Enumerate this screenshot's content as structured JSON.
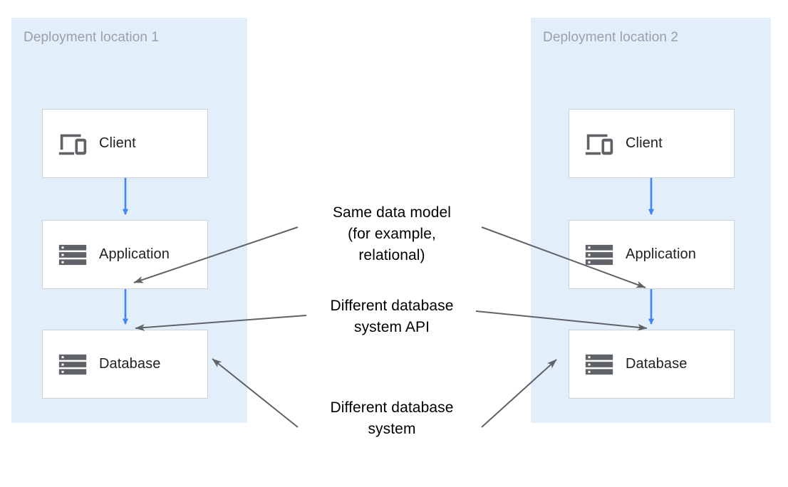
{
  "diagram": {
    "title": "Two deployment locations with same data model but different database systems",
    "background_color": "#ffffff",
    "panel_color": "#e3eefb",
    "arrow_color": "#4285f4",
    "leader_color": "#5f6368",
    "icon_color": "#5f6368",
    "node_border_color": "#cdd2d7",
    "panel_title_color": "#9aa0a6"
  },
  "panels": [
    {
      "id": "deployment-location-1",
      "title": "Deployment location 1",
      "nodes": [
        {
          "id": "client",
          "label": "Client",
          "icon": "devices-icon"
        },
        {
          "id": "application",
          "label": "Application",
          "icon": "server-icon"
        },
        {
          "id": "database",
          "label": "Database",
          "icon": "server-icon"
        }
      ],
      "flow": [
        "Client -> Application",
        "Application -> Database"
      ]
    },
    {
      "id": "deployment-location-2",
      "title": "Deployment location 2",
      "nodes": [
        {
          "id": "client",
          "label": "Client",
          "icon": "devices-icon"
        },
        {
          "id": "application",
          "label": "Application",
          "icon": "server-icon"
        },
        {
          "id": "database",
          "label": "Database",
          "icon": "server-icon"
        }
      ],
      "flow": [
        "Client -> Application",
        "Application -> Database"
      ]
    }
  ],
  "annotations": [
    {
      "id": "same-data-model",
      "lines": [
        "Same data model",
        "(for example,",
        "relational)"
      ],
      "points_to": [
        "deployment-location-1.application",
        "deployment-location-2.application"
      ]
    },
    {
      "id": "different-database-system-api",
      "lines": [
        "Different database",
        "system API"
      ],
      "points_to": [
        "deployment-location-1.database",
        "deployment-location-2.database"
      ]
    },
    {
      "id": "different-database-system",
      "lines": [
        "Different database",
        "system"
      ],
      "points_to": [
        "deployment-location-1.database",
        "deployment-location-2.database"
      ]
    }
  ]
}
